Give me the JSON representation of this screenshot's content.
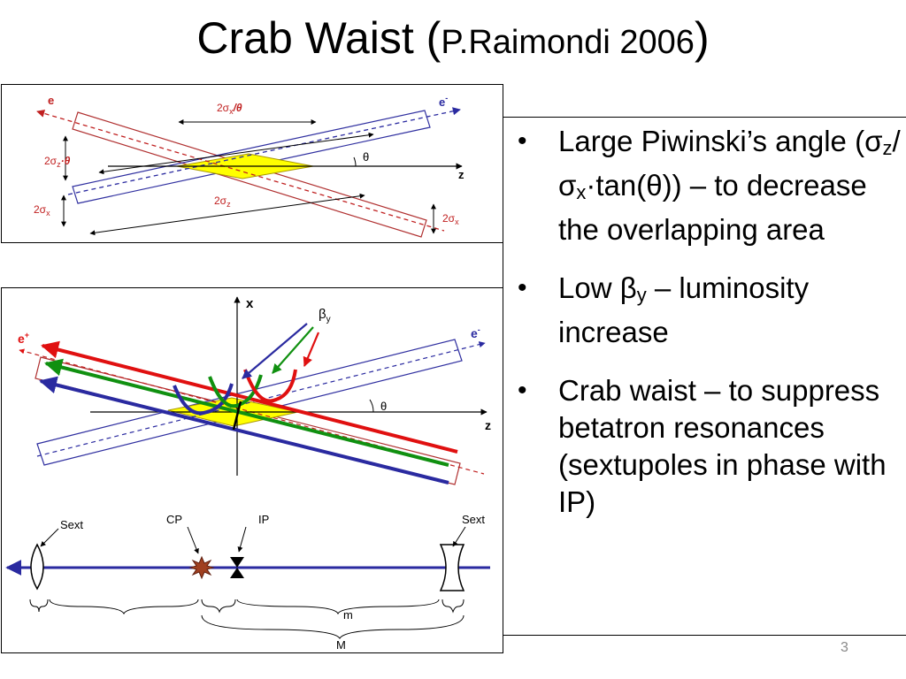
{
  "title": {
    "main": "Crab Waist (",
    "sub": "P.Raimondi 2006",
    "close": ")"
  },
  "top_figure": {
    "label_e_left": "e",
    "label_e_right": "e",
    "label_e_right_sup": "-",
    "label_width": "2σ",
    "label_width_sub": "x",
    "label_width_tail": "/θ",
    "label_theta": "θ",
    "label_z": "z",
    "label_2szt": "2σ",
    "label_2szt_sub": "z",
    "label_2szt_tail": "·θ",
    "label_2sz": "2σ",
    "label_2sz_sub": "z",
    "label_2sx_left": "2σ",
    "label_2sx_left_sub": "x",
    "label_2sx_right": "2σ",
    "label_2sx_right_sub": "x"
  },
  "bottom_figure": {
    "label_x": "x",
    "label_beta": "β",
    "label_beta_sub": "y",
    "label_eplus": "e",
    "label_eplus_sup": "+",
    "label_eminus": "e",
    "label_eminus_sup": "-",
    "label_theta": "θ",
    "label_z": "z",
    "label_sext_left": "Sext",
    "label_cp": "CP",
    "label_ip": "IP",
    "label_sext_right": "Sext",
    "label_m_small": "m",
    "label_m_big": "M"
  },
  "bullets": [
    {
      "text": "Large Piwinski’s angle (σ",
      "s1": "z",
      "t2": "/σ",
      "s2": "x",
      "t3": "·tan(θ)) – to decrease the overlapping area"
    },
    {
      "text": "Low β",
      "s1": "y",
      "t2": " – luminosity increase"
    },
    {
      "text": "Crab waist – to suppress betatron resonances (sextupoles in phase with IP)"
    }
  ],
  "page_number": "3",
  "colors": {
    "red": "#e01010",
    "green": "#109010",
    "blue": "#2a2aa0",
    "yellow": "#ffff00",
    "box_red": "#b03030",
    "box_blue": "#3030a0",
    "brown": "#a04020"
  }
}
